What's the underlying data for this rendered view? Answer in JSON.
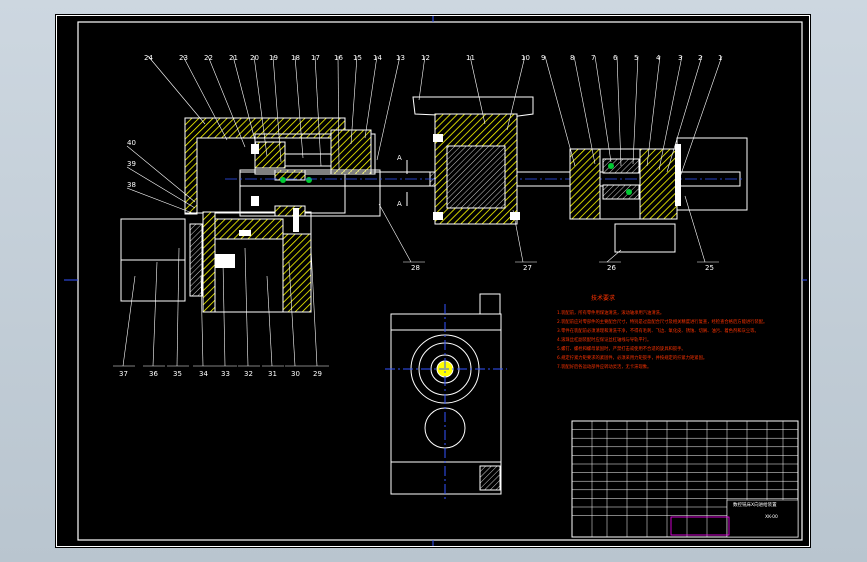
{
  "drawing": {
    "balloons": {
      "top": [
        "24",
        "23",
        "22",
        "21",
        "20",
        "19",
        "18",
        "17",
        "16",
        "15",
        "14",
        "13",
        "12",
        "11",
        "10",
        "9",
        "8",
        "7",
        "6",
        "5",
        "4",
        "3",
        "2",
        "1"
      ],
      "left": [
        "40",
        "39",
        "38"
      ],
      "bottom_left": [
        "37",
        "36",
        "35",
        "34",
        "33",
        "32",
        "31",
        "30",
        "29"
      ],
      "bottom_right": [
        "28",
        "27",
        "26",
        "25"
      ]
    },
    "section_marks": [
      "A",
      "A"
    ],
    "notes_title": "技术要求",
    "notes_lines": [
      "1.装配前，所有零件用煤油清洗，滚动轴承用汽油清洗。",
      "2.装配前应对零部件的主要配合尺寸，特别是过盈配合尺寸及相关精度进行复查，经检查合格后方能进行装配。",
      "3.零件在装配前必须清理和清洗干净，不得有毛刺、飞边、氧化皮、锈蚀、切屑、油污、着色剂和灰尘等。",
      "4.滚珠丝杠副装配时应保证丝杠轴线与导轨平行。",
      "5.螺钉、螺栓和螺母紧固时，严禁打击或使用不合适的旋具和扳手。",
      "6.规定拧紧力矩要求的紧固件，必须采用力矩扳手，并按规定的拧紧力矩紧固。",
      "7.装配好后各运动部件应转动灵活，无卡滞现象。"
    ],
    "title_block": {
      "drawing_title": "数控铣床X向进给装置",
      "drawing_number": "XK-00"
    }
  },
  "colors": {
    "background": "#000000",
    "lines": "#ffffff",
    "border": "#ffffff",
    "notes": "#ff3300",
    "title_block_accent": "#ff00ff",
    "centerline": "#3355ff",
    "bearings": "#00cc33",
    "hatch": "#ffff00"
  }
}
